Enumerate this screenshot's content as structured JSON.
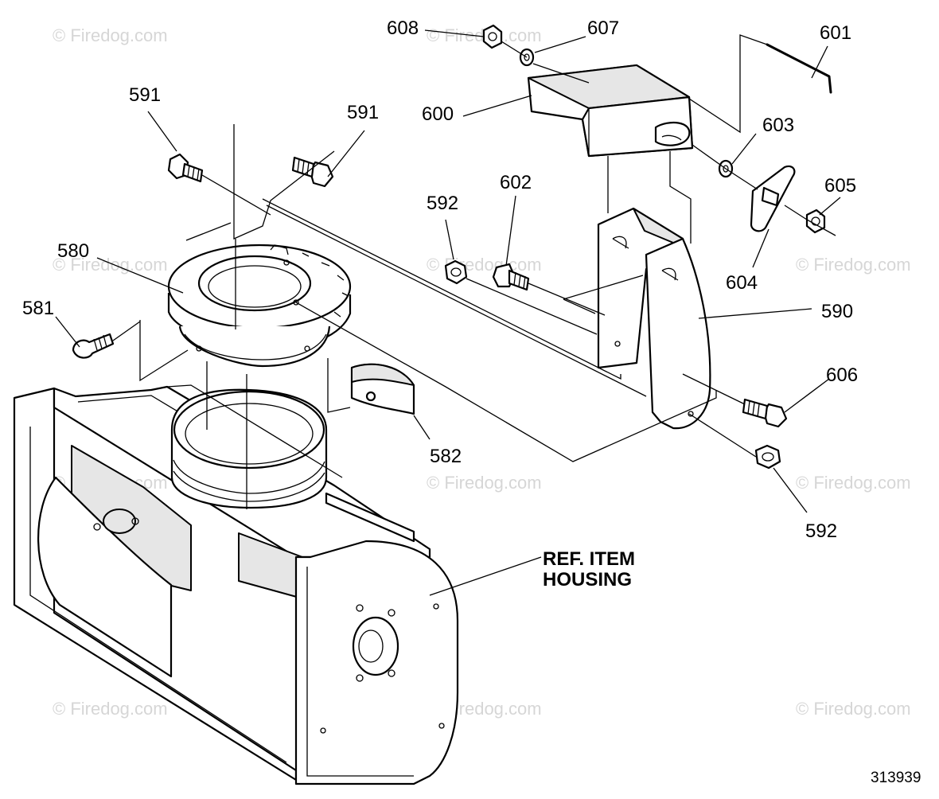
{
  "diagram": {
    "callouts": {
      "c608": "608",
      "c607": "607",
      "c601": "601",
      "c600": "600",
      "c603": "603",
      "c591a": "591",
      "c591b": "591",
      "c602": "602",
      "c592a": "592",
      "c605": "605",
      "c580": "580",
      "c604": "604",
      "c590": "590",
      "c581": "581",
      "c606": "606",
      "c582": "582",
      "c592b": "592"
    },
    "reference_note": {
      "line1": "REF. ITEM",
      "line2": "HOUSING"
    },
    "figure_number": "313939",
    "watermark": "© Firedog.com"
  },
  "colors": {
    "line": "#000000",
    "watermark": "#d6d6d6",
    "shade": "#e6e6e6"
  }
}
